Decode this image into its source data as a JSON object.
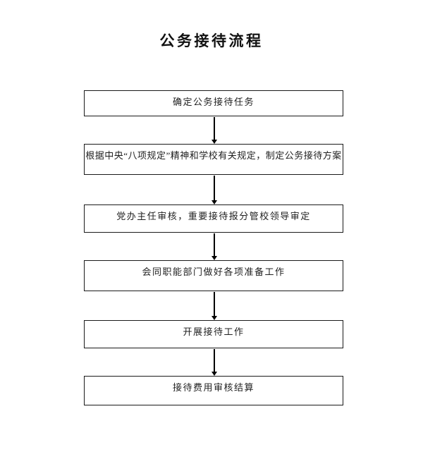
{
  "title": "公务接待流程",
  "flowchart": {
    "type": "flowchart",
    "direction": "top-down",
    "steps": [
      {
        "id": 1,
        "label": "确定公务接待任务"
      },
      {
        "id": 2,
        "label": "根据中央“八项规定”精神和学校有关规定，制定公务接待方案"
      },
      {
        "id": 3,
        "label": "党办主任审核，重要接待报分管校领导审定"
      },
      {
        "id": 4,
        "label": "会同职能部门做好各项准备工作"
      },
      {
        "id": 5,
        "label": "开展接待工作"
      },
      {
        "id": 6,
        "label": "接待费用审核结算"
      }
    ],
    "connections": [
      {
        "from": 1,
        "to": 2
      },
      {
        "from": 2,
        "to": 3
      },
      {
        "from": 3,
        "to": 4
      },
      {
        "from": 4,
        "to": 5
      },
      {
        "from": 5,
        "to": 6
      }
    ]
  },
  "colors": {
    "background": "#ffffff",
    "border": "#1a1a1a",
    "text": "#1f1f1f",
    "arrow": "#000000"
  }
}
